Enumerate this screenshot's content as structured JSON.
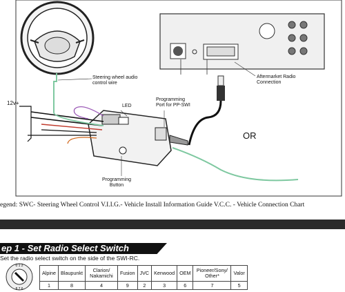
{
  "diagram": {
    "labels": {
      "steering_wire": "Steering wheel audio control wire",
      "v12": "12v+",
      "led": "LED",
      "prog_port": "Programming Port for PP-SWI",
      "aftermarket": "Aftermarket Radio Connection",
      "or": "OR",
      "prog_button": "Programming Button"
    }
  },
  "legend": {
    "text": "egend: SWC- Steering Wheel Control     V.I.I.G.- Vehicle Install Information Guide   V.C.C. - Vehicle Connection Chart"
  },
  "step": {
    "title": "ep 1 - Set Radio Select Switch",
    "instruction": "Set the radio select switch on the side of the SWI-RC."
  },
  "radio_table": {
    "headers": [
      "Alpine",
      "Blaupunkt",
      "Clarion/ Nakamichi",
      "Fusion",
      "JVC",
      "Kenwood",
      "OEM",
      "Pioneer/Sony/ Other*",
      "Valor"
    ],
    "values": [
      "1",
      "8",
      "4",
      "9",
      "2",
      "3",
      "6",
      "7",
      "5"
    ]
  },
  "colors": {
    "green_wire": "#7ec8a0",
    "purple_wire": "#9b59b6",
    "orange_wire": "#d2691e",
    "step_bar": "#111111"
  }
}
